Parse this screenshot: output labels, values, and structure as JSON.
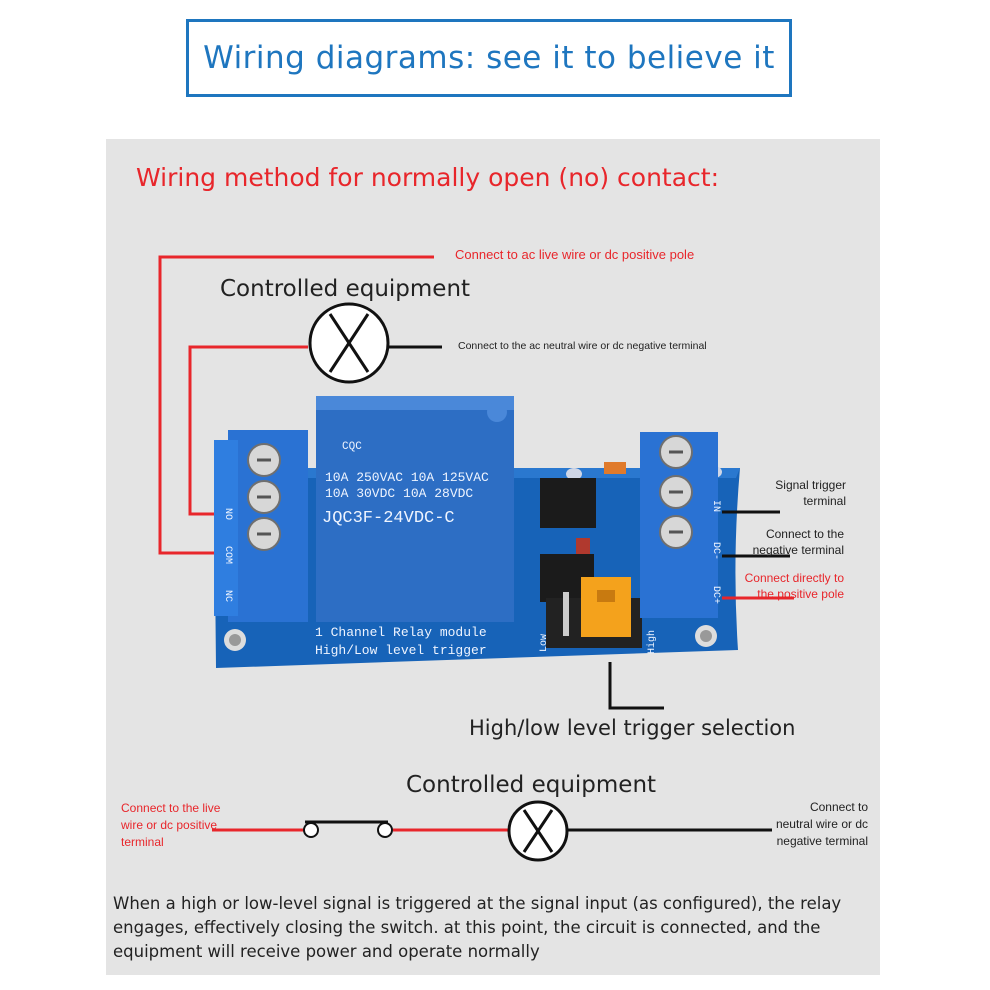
{
  "banner": {
    "title": "Wiring diagrams: see it to believe it"
  },
  "heading": "Wiring method for normally open (no) contact:",
  "labels": {
    "ac_live": "Connect to ac live wire or dc positive pole",
    "controlled_equipment_top": "Controlled equipment",
    "ac_neutral": "Connect to the ac neutral wire or dc negative terminal",
    "signal_trigger": "Signal trigger terminal",
    "negative_terminal": "Connect to the negative terminal",
    "positive_pole": "Connect directly to the positive pole",
    "trigger_selection": "High/low level trigger selection",
    "controlled_equipment_bottom": "Controlled equipment",
    "live_bottom": "Connect to the live wire or dc positive terminal",
    "neutral_bottom": "Connect to neutral wire or dc negative terminal"
  },
  "relay": {
    "cert_mark": "CQC",
    "rating_line1": "10A 250VAC 10A 125VAC",
    "rating_line2": "10A  30VDC 10A  28VDC",
    "model": "JQC3F-24VDC-C",
    "board_line1": "1 Channel Relay module",
    "board_line2": "High/Low level trigger",
    "left_terminals": [
      "NO",
      "COM",
      "NC"
    ],
    "right_terminals": [
      "IN",
      "DC-",
      "DC+"
    ],
    "jumper_low": "Low",
    "jumper_high": "High"
  },
  "description": "When a high or low-level signal is triggered at the signal input (as configured), the relay engages, effectively closing the switch. at this point, the circuit is connected, and the equipment will receive power and operate normally",
  "colors": {
    "banner_blue": "#1e76bf",
    "annotation_red": "#e8262b",
    "board_blue": "#1763b8",
    "relay_blue": "#2d6ec4",
    "jumper_orange": "#f4a21c",
    "panel_gray": "#e4e4e4"
  }
}
